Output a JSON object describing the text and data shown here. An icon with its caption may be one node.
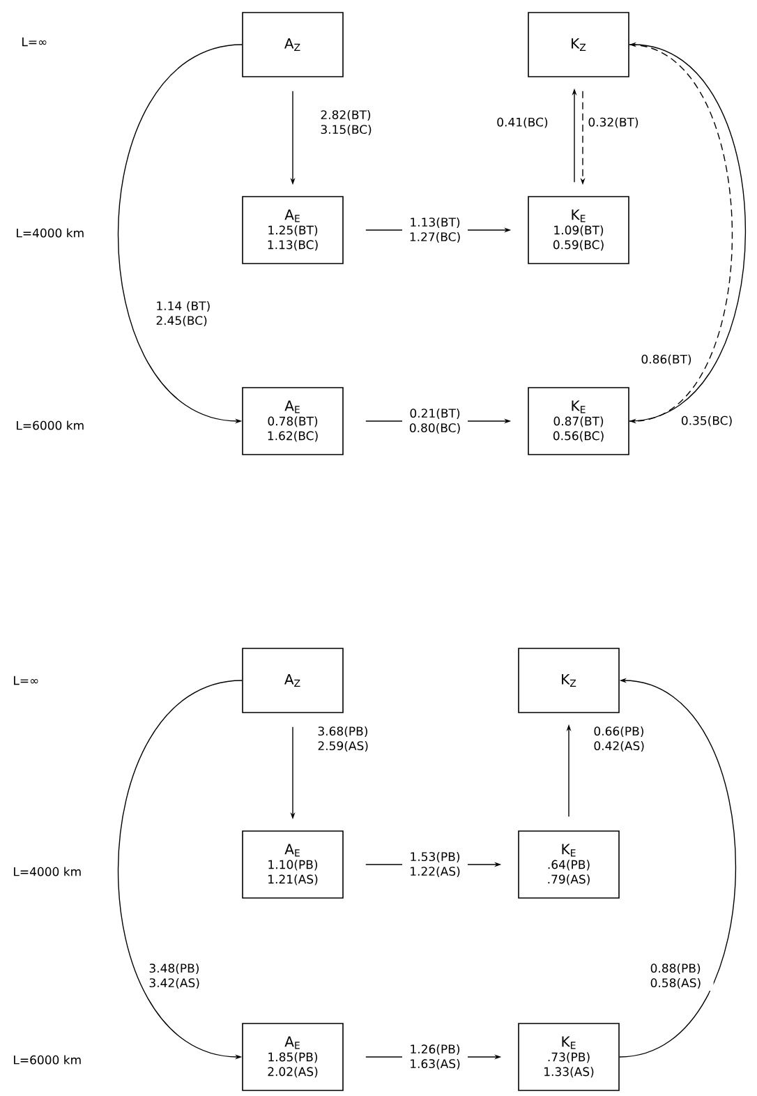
{
  "diagram": {
    "nodes": [
      {
        "text": [
          "A$_{Z}$"
        ]
      },
      {
        "text": [
          "K$_{Z}$"
        ]
      },
      {
        "text": [
          "A$_{E}$",
          "1.25(BT)",
          "1.13(BC)"
        ]
      },
      {
        "text": [
          "K$_{E}$",
          "1.09(BT)",
          "0.59(BC)"
        ]
      },
      {
        "text": [
          "A$_{E}$",
          "0.78(BT)",
          "1.62(BC)"
        ]
      },
      {
        "text": [
          "K$_{E}$",
          "0.87(BT)",
          "0.56(BC)"
        ]
      },
      {
        "text": [
          "A$_{Z}$"
        ]
      },
      {
        "text": [
          "K$_{Z}$"
        ]
      },
      {
        "text": [
          "A$_{E}$",
          "1.10(PB)",
          "1.21(AS)"
        ]
      },
      {
        "text": [
          "K$_{E}$",
          ".64(PB)",
          ".79(AS)"
        ]
      },
      {
        "text": [
          "A$_{E}$",
          "1.85(PB)",
          "2.02(AS)"
        ]
      },
      {
        "text": [
          "K$_{E}$",
          ".73(PB)",
          "1.33(AS)"
        ]
      }
    ],
    "edges": [
      {
        "from": 0,
        "to": 2,
        "arrow": "to",
        "label": "2.82(BT) 3.15(BC)"
      },
      {
        "from": 3,
        "to": 1,
        "arrow": "to",
        "label": "0.41(BC)"
      },
      {
        "from": 1,
        "to": 3,
        "arrow": "to",
        "label": "0.32(BT)",
        "style": "dashed"
      },
      {
        "from": 2,
        "to": 3,
        "arrow": "to",
        "label": "1.13(BT) 1.27(BC)"
      },
      {
        "from": 0,
        "to": 4,
        "arrow": "to",
        "label": "1.14 (BT) 2.45(BC)"
      },
      {
        "from": 4,
        "to": 5,
        "arrow": "to",
        "label": "0.21(BT) 0.80(BC)"
      },
      {
        "from": 5,
        "to": 1,
        "arrow": "to",
        "label": "0.35(BC)"
      },
      {
        "from": 1,
        "to": 5,
        "arrow": "to",
        "label": "0.86(BT)",
        "style": "dashed"
      },
      {
        "from": 6,
        "to": 8,
        "arrow": "to",
        "label": "3.68(PB) 2.59(AS)"
      },
      {
        "from": 9,
        "to": 7,
        "arrow": "to",
        "label": "0.66(PB) 0.42(AS)"
      },
      {
        "from": 8,
        "to": 9,
        "arrow": "to",
        "label": "1.53(PB) 1.22(AS)"
      },
      {
        "from": 6,
        "to": 10,
        "arrow": "to",
        "label": "3.48(PB) 3.42(AS)"
      },
      {
        "from": 10,
        "to": 11,
        "arrow": "to",
        "label": "1.26(PB) 1.63(AS)"
      },
      {
        "from": 11,
        "to": 7,
        "arrow": "to",
        "label": "0.88(PB) 0.58(AS)"
      }
    ],
    "labels": [
      "L=∞",
      "L=4000 km",
      "L=6000 km",
      "L=∞",
      "L=4000 km",
      "L=6000 km"
    ]
  }
}
